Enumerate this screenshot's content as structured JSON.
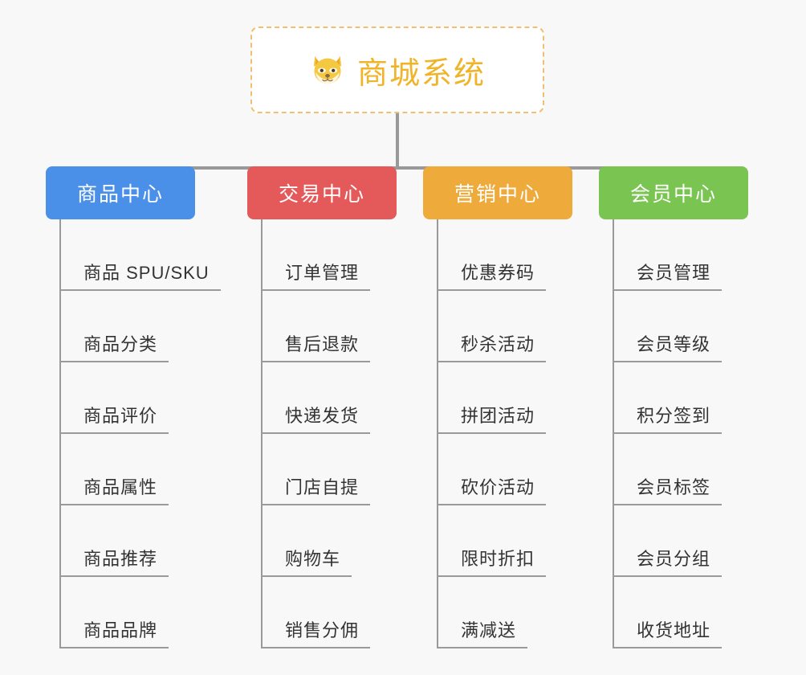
{
  "root": {
    "title": "商城系统",
    "icon": "shiba-dog-face-emoji",
    "text_color": "#f0b429",
    "border_color": "#f0c070"
  },
  "connector_color": "#999999",
  "background_color": "#f8f8f8",
  "branches": [
    {
      "label": "商品中心",
      "color": "#4a90e8",
      "items": [
        "商品 SPU/SKU",
        "商品分类",
        "商品评价",
        "商品属性",
        "商品推荐",
        "商品品牌"
      ]
    },
    {
      "label": "交易中心",
      "color": "#e4595a",
      "items": [
        "订单管理",
        "售后退款",
        "快递发货",
        "门店自提",
        "购物车",
        "销售分佣"
      ]
    },
    {
      "label": "营销中心",
      "color": "#eeab3c",
      "items": [
        "优惠券码",
        "秒杀活动",
        "拼团活动",
        "砍价活动",
        "限时折扣",
        "满减送"
      ]
    },
    {
      "label": "会员中心",
      "color": "#7ac451",
      "items": [
        "会员管理",
        "会员等级",
        "积分签到",
        "会员标签",
        "会员分组",
        "收货地址"
      ]
    }
  ]
}
